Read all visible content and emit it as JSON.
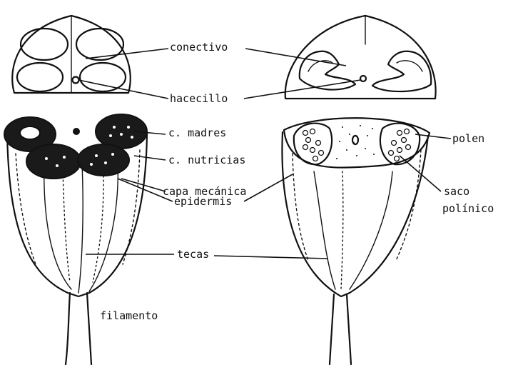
{
  "labels": {
    "conectivo": "conectivo",
    "hacecillo": "hacecillo",
    "c_madres": "c. madres",
    "c_nutricias": "c. nutricias",
    "capa_mecanica": "capa mecánica",
    "epidermis": "epidermis",
    "tecas": "tecas",
    "filamento": "filamento",
    "polen": "polen",
    "saco": "saco",
    "polinico": "polínico"
  },
  "colors": {
    "ink": "#111111",
    "paper": "#ffffff"
  }
}
